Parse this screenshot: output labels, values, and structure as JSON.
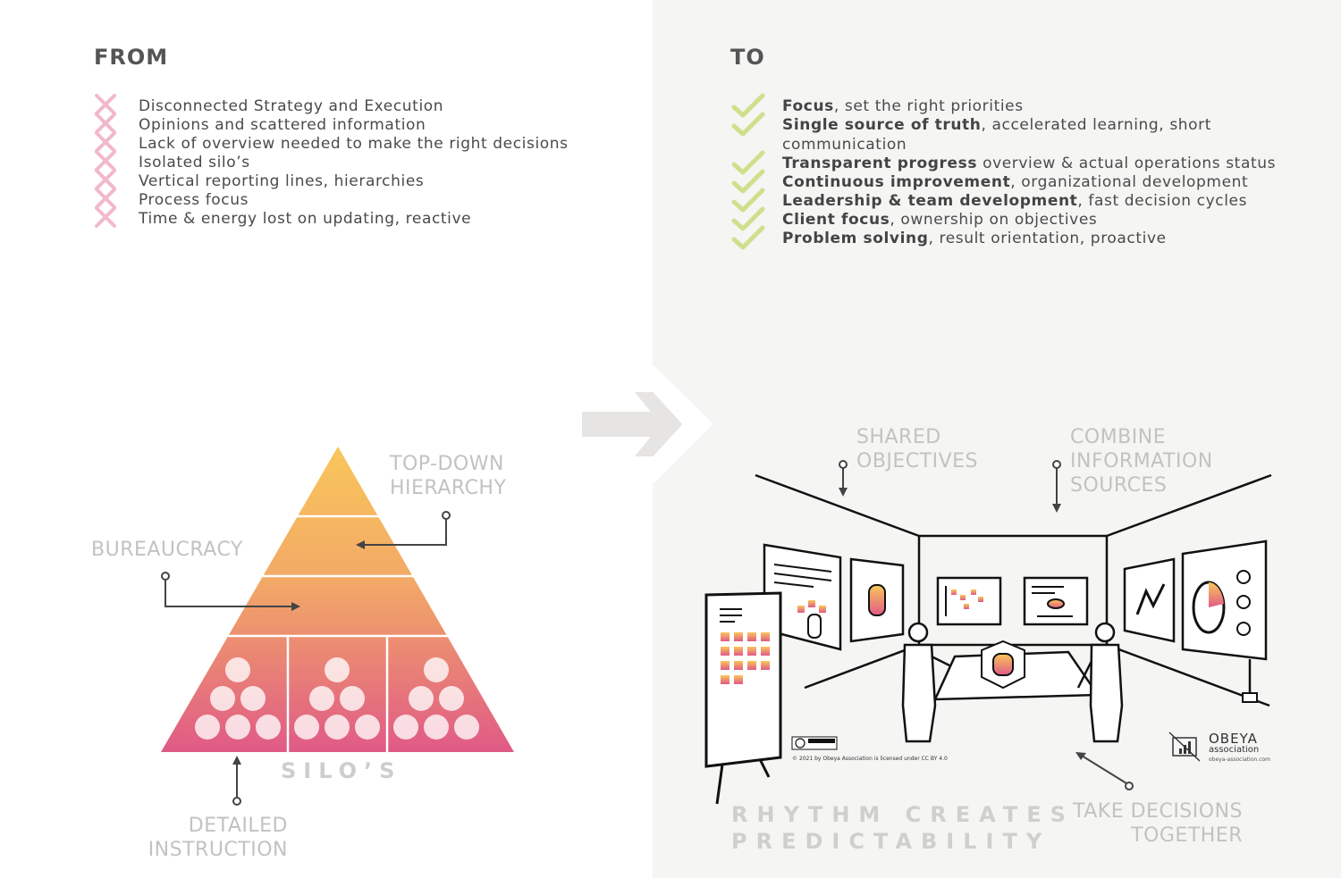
{
  "from": {
    "heading": "FROM",
    "items": [
      "Disconnected Strategy and Execution",
      "Opinions and scattered information",
      "Lack of overview needed to make the right decisions",
      "Isolated silo’s",
      "Vertical reporting lines, hierarchies",
      "Process focus",
      "Time & energy lost on updating, reactive"
    ]
  },
  "to": {
    "heading": "TO",
    "items": [
      {
        "bold": "Focus",
        "rest": ", set the right priorities"
      },
      {
        "bold": "Single source of truth",
        "rest": ", accelerated learning, short communication"
      },
      {
        "bold": "Transparent progress",
        "rest": " overview & actual operations status"
      },
      {
        "bold": "Continuous improvement",
        "rest": ", organizational development"
      },
      {
        "bold": "Leadership & team development",
        "rest": ", fast decision cycles"
      },
      {
        "bold": "Client focus",
        "rest": ", ownership on objectives"
      },
      {
        "bold": "Problem solving",
        "rest": ", result orientation, proactive"
      }
    ]
  },
  "pyramid": {
    "top_down": [
      "TOP-DOWN",
      "HIERARCHY"
    ],
    "bureaucracy": "BUREAUCRACY",
    "silos": "SILO’S",
    "detailed": [
      "DETAILED",
      "INSTRUCTION"
    ]
  },
  "room": {
    "shared": [
      "SHARED",
      "OBJECTIVES"
    ],
    "combine": [
      "COMBINE",
      "INFORMATION",
      "SOURCES"
    ],
    "rhythm": [
      "RHYTHM CREATES",
      "PREDICTABILITY"
    ],
    "take": [
      "TAKE DECISIONS",
      "TOGETHER"
    ],
    "license": "© 2021 by Obeya Association is licensed under CC BY 4.0",
    "logo_name": "OBEYA",
    "logo_sub": "association",
    "logo_url": "obeya-association.com"
  },
  "colors": {
    "cross": "#f2b8cc",
    "check": "#cfe08c",
    "pyramid_top": "#f9c65a",
    "pyramid_bottom": "#e05a86",
    "label_gray": "#c4c2c0"
  }
}
